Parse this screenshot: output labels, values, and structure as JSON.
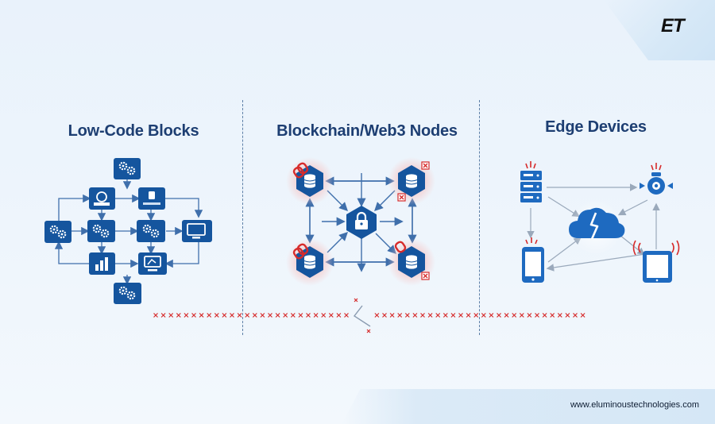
{
  "brand": {
    "logo_text": "ET",
    "website": "www.eluminoustechnologies.com"
  },
  "sections": [
    {
      "heading": "Low-Code Blocks"
    },
    {
      "heading": "Blockchain/Web3 Nodes"
    },
    {
      "heading": "Edge Devices"
    }
  ],
  "colors": {
    "block_blue": "#15559e",
    "arrow": "#3f6fab",
    "accent_red": "#d62b2b",
    "heading": "#1d3e72"
  }
}
